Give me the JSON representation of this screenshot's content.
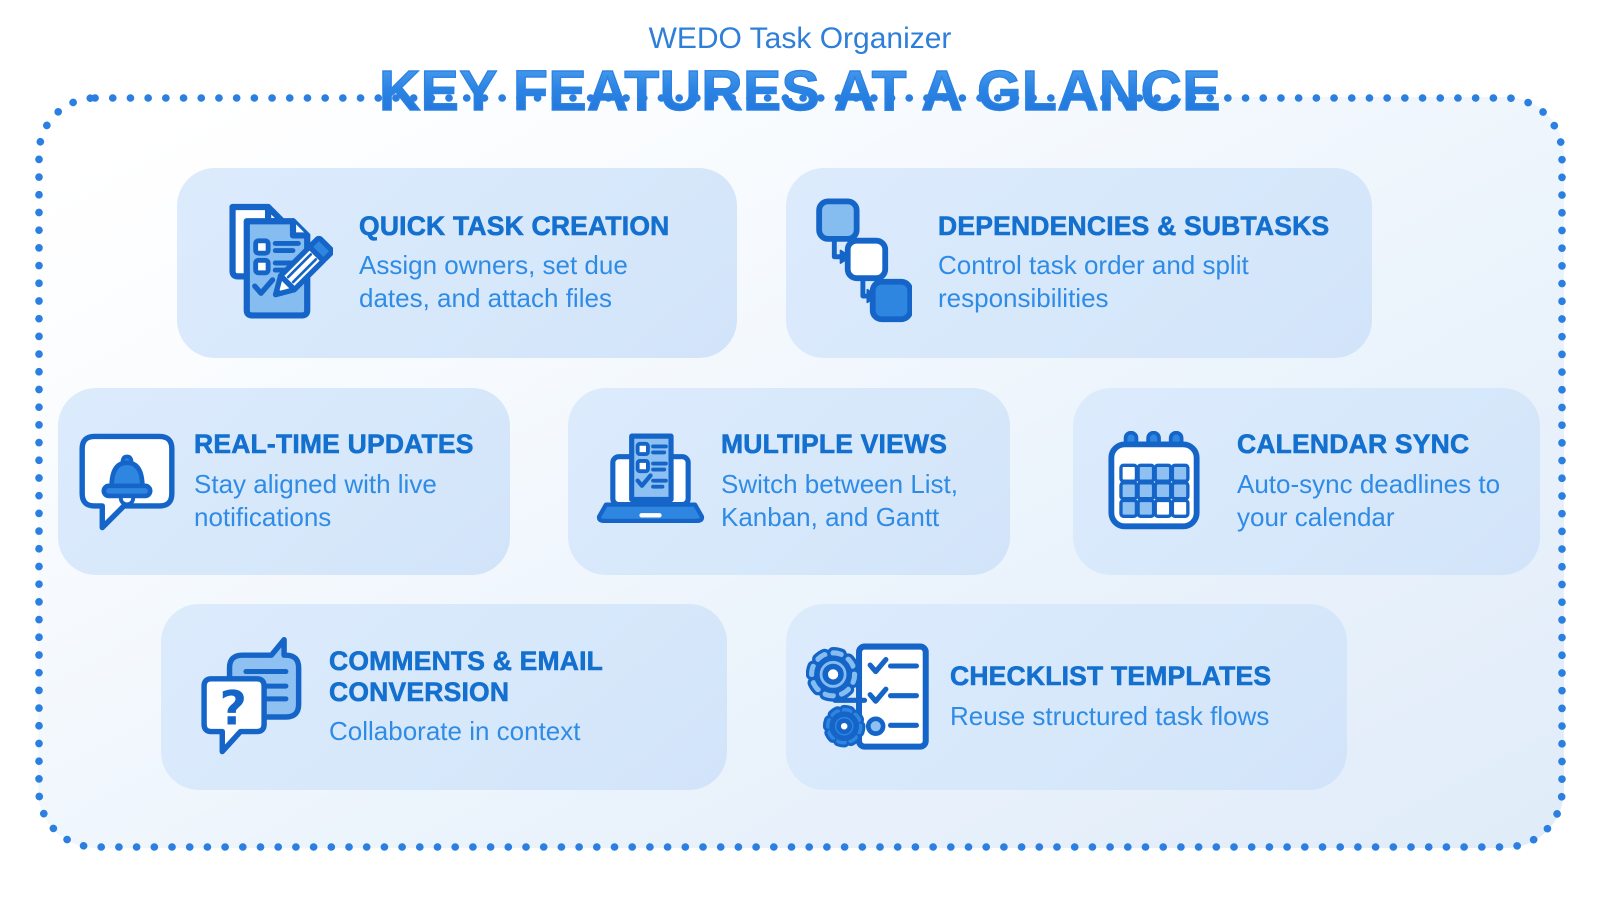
{
  "header": {
    "app_name": "WEDO Task Organizer",
    "title": "KEY FEATURES AT A GLANCE"
  },
  "colors": {
    "accent_blue": "#2b82e2",
    "icon_outline": "#1565c8",
    "icon_light_fill": "#85bdf1",
    "icon_primary_fill": "#2e86e0",
    "card_background": "#d7e8fb",
    "card_title_text": "#1470cf",
    "card_description_text": "#2f8ce6",
    "dotted_border": "#2b7fe0"
  },
  "cards": [
    {
      "id": "quick-task-creation",
      "icon": "document-pencil-icon",
      "title": "QUICK TASK CREATION",
      "description": "Assign owners, set due dates, and attach files"
    },
    {
      "id": "dependencies-subtasks",
      "icon": "flowchart-nodes-icon",
      "title": "DEPENDENCIES & SUBTASKS",
      "description": "Control task order and split responsibilities"
    },
    {
      "id": "real-time-updates",
      "icon": "notification-bell-bubble-icon",
      "title": "REAL-TIME UPDATES",
      "description": "Stay aligned with live notifications"
    },
    {
      "id": "multiple-views",
      "icon": "laptop-checklist-icon",
      "title": "MULTIPLE VIEWS",
      "description": "Switch between List, Kanban, and Gantt"
    },
    {
      "id": "calendar-sync",
      "icon": "calendar-icon",
      "title": "CALENDAR SYNC",
      "description": "Auto-sync deadlines to your calendar"
    },
    {
      "id": "comments-email-conversion",
      "icon": "chat-bubbles-icon",
      "title": "COMMENTS & EMAIL CONVERSION",
      "description": "Collaborate in context"
    },
    {
      "id": "checklist-templates",
      "icon": "gears-checklist-icon",
      "title": "CHECKLIST TEMPLATES",
      "description": "Reuse structured task flows"
    }
  ]
}
